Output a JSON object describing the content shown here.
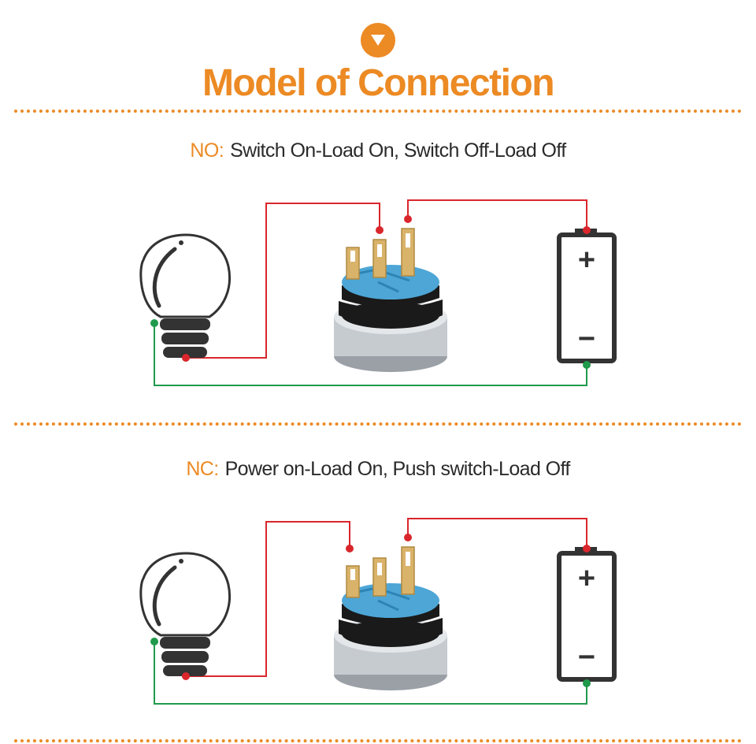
{
  "header": {
    "icon": "down-arrow-icon",
    "title": "Model of Connection",
    "accent_color": "#ec8a24"
  },
  "sections": [
    {
      "tag": "NO:",
      "description": "Switch On-Load On, Switch Off-Load Off"
    },
    {
      "tag": "NC:",
      "description": "Power on-Load On, Push switch-Load Off"
    }
  ],
  "battery": {
    "positive": "+",
    "negative": "−"
  },
  "colors": {
    "positive_wire": "#d9262c",
    "ground_wire": "#1f9a4b",
    "outline": "#333333",
    "switch_body": "#4da6d6"
  }
}
